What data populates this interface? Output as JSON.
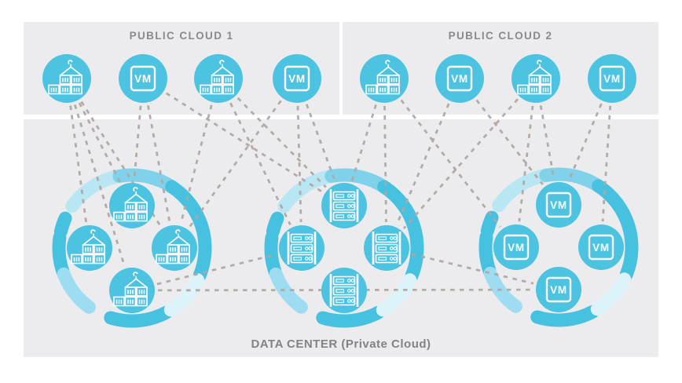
{
  "labels": {
    "vm": "VM"
  },
  "public_clouds": [
    {
      "label": "PUBLIC CLOUD 1",
      "nodes": [
        "containers",
        "vm",
        "containers",
        "vm"
      ]
    },
    {
      "label": "PUBLIC CLOUD 2",
      "nodes": [
        "containers",
        "vm",
        "containers",
        "vm"
      ]
    }
  ],
  "data_center": {
    "label": "DATA CENTER (Private Cloud)",
    "clusters": [
      {
        "name": "container-cluster",
        "node_type": "containers",
        "node_count": 4
      },
      {
        "name": "server-cluster",
        "node_type": "server-rack",
        "node_count": 4
      },
      {
        "name": "vm-cluster",
        "node_type": "vm",
        "node_count": 4
      }
    ]
  },
  "icons": {
    "containers": "shipping-containers-icon",
    "server": "server-rack-icon",
    "vm": "vm-box-icon"
  },
  "colors": {
    "panel_bg": "#ececee",
    "node_fill": "#4cc3e1",
    "icon_stroke": "#ffffff",
    "title_text": "#8a8a8d",
    "dc_title_text": "#828287",
    "dash_line": "#b1a8a5",
    "ring_solid": "#47c1e0",
    "ring_medium": "#7fd2ea",
    "ring_light": "#9eddf1",
    "ring_lighter": "#b9e6f3",
    "ring_pale": "#ddf3fa"
  },
  "connections": [
    {
      "from": "pc1-1",
      "to": "c1-top"
    },
    {
      "from": "pc1-1",
      "to": "c1-left"
    },
    {
      "from": "pc1-1",
      "to": "c1-bottom"
    },
    {
      "from": "pc1-1",
      "to": "c1-right"
    },
    {
      "from": "pc1-2",
      "to": "c1-top"
    },
    {
      "from": "pc1-2",
      "to": "c1-right"
    },
    {
      "from": "pc1-2",
      "to": "c2-top"
    },
    {
      "from": "pc1-3",
      "to": "c1-right"
    },
    {
      "from": "pc1-3",
      "to": "c2-top"
    },
    {
      "from": "pc1-3",
      "to": "c2-left"
    },
    {
      "from": "pc1-4",
      "to": "c1-right"
    },
    {
      "from": "pc1-4",
      "to": "c2-top"
    },
    {
      "from": "pc1-4",
      "to": "c2-left"
    },
    {
      "from": "pc2-1",
      "to": "c2-top"
    },
    {
      "from": "pc2-1",
      "to": "c2-right"
    },
    {
      "from": "pc2-1",
      "to": "c3-left"
    },
    {
      "from": "pc2-2",
      "to": "c2-right"
    },
    {
      "from": "pc2-2",
      "to": "c3-top"
    },
    {
      "from": "pc2-3",
      "to": "c2-right"
    },
    {
      "from": "pc2-3",
      "to": "c3-top"
    },
    {
      "from": "pc2-3",
      "to": "c3-left"
    },
    {
      "from": "pc2-4",
      "to": "c3-top"
    },
    {
      "from": "pc2-4",
      "to": "c3-right"
    },
    {
      "from": "c1-bottom",
      "to": "c2-left"
    },
    {
      "from": "c1-bottom",
      "to": "c3-bottom"
    },
    {
      "from": "c2-right",
      "to": "c3-bottom"
    }
  ]
}
